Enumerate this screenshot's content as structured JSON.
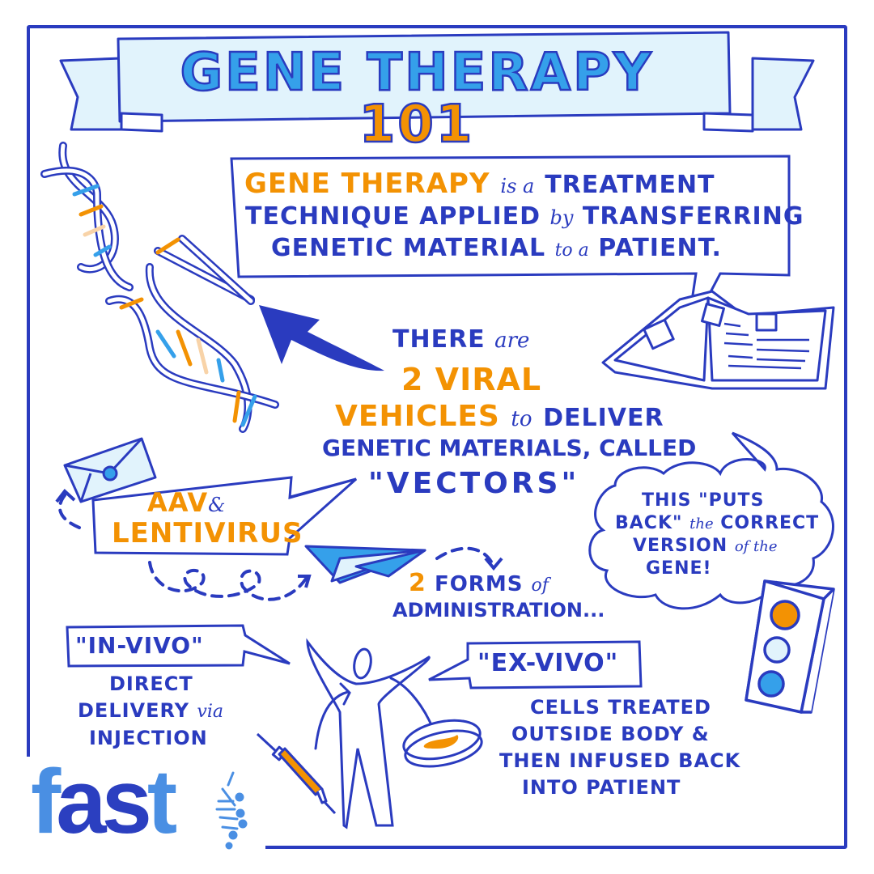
{
  "title": {
    "main": "GENE THERAPY",
    "number": "101"
  },
  "definition": {
    "highlight": "GENE THERAPY",
    "connector": "is a",
    "line1_rest": "TREATMENT",
    "line2_a": "TECHNIQUE APPLIED",
    "line2_script": "by",
    "line2_b": "TRANSFERRING",
    "line3_a": "GENETIC MATERIAL",
    "line3_script": "to a",
    "line3_b": "PATIENT."
  },
  "vehicles": {
    "line1_a": "THERE",
    "line1_script": "are",
    "line2": "2 VIRAL",
    "line3_a": "VEHICLES",
    "line3_script": "to",
    "line3_b": "DELIVER",
    "line4": "GENETIC MATERIALS, CALLED",
    "line5": "\"VECTORS\""
  },
  "vectors_bubble": {
    "line1_a": "AAV",
    "line1_amp": "&",
    "line2": "LENTIVIRUS"
  },
  "cloud": {
    "line1": "THIS \"PUTS",
    "line2_a": "BACK\"",
    "line2_script": "the",
    "line2_b": "CORRECT",
    "line3_a": "VERSION",
    "line3_script": "of the",
    "line4": "GENE!"
  },
  "administration": {
    "number": "2",
    "line1_a": "FORMS",
    "line1_script": "of",
    "line2": "ADMINISTRATION..."
  },
  "in_vivo": {
    "label": "\"IN-VIVO\"",
    "line1": "DIRECT",
    "line2_a": "DELIVERY",
    "line2_script": "via",
    "line3": "INJECTION"
  },
  "ex_vivo": {
    "label": "\"EX-VIVO\"",
    "line1": "CELLS TREATED",
    "line2": "OUTSIDE BODY &",
    "line3": "THEN INFUSED BACK",
    "line4": "INTO PATIENT"
  },
  "logo": {
    "part1": "f",
    "part2": "as",
    "part3": "t"
  },
  "colors": {
    "navy": "#2a3bbf",
    "sky": "#35a0ea",
    "pale": "#e1f3fc",
    "orange": "#f39203",
    "peach": "#f8d3a8"
  },
  "icons": [
    "dna-icon",
    "book-icon",
    "envelope-icon",
    "paper-plane-icon",
    "traffic-light-icon",
    "person-icon",
    "syringe-icon",
    "petri-dish-icon",
    "big-arrow-icon",
    "dashed-arrow-icon",
    "dna-logo-icon"
  ]
}
